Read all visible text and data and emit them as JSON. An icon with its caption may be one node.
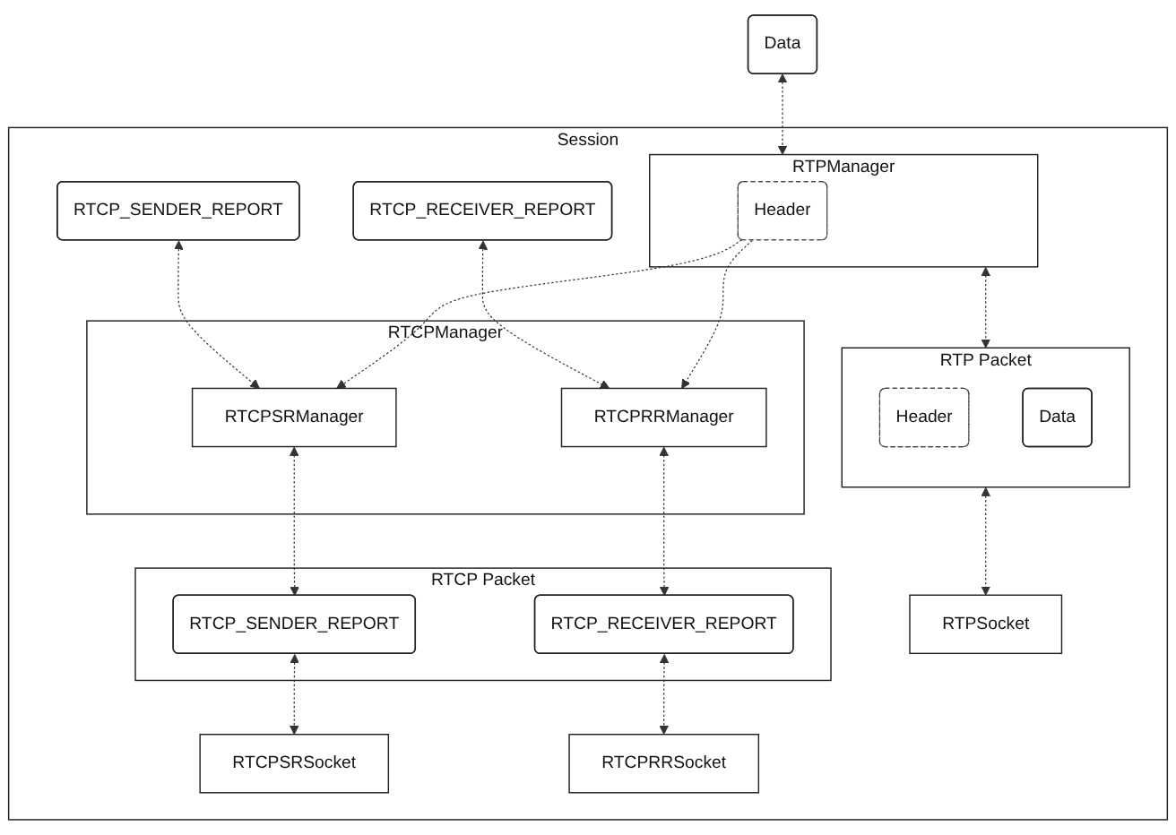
{
  "diagram": {
    "nodes": [
      {
        "text": [
          "Data"
        ]
      },
      {
        "text": [
          "Session"
        ]
      },
      {
        "text": [
          "RTPManager"
        ],
        "in": 1
      },
      {
        "text": [
          "Header"
        ],
        "in": 2
      },
      {
        "text": [
          "RTCP_SENDER_REPORT"
        ],
        "in": 1
      },
      {
        "text": [
          "RTCP_RECEIVER_REPORT"
        ],
        "in": 1
      },
      {
        "text": [
          "RTCPManager"
        ],
        "in": 1
      },
      {
        "text": [
          "RTCPSRManager"
        ],
        "in": 6
      },
      {
        "text": [
          "RTCPRRManager"
        ],
        "in": 6
      },
      {
        "text": [
          "RTP Packet"
        ],
        "in": 1
      },
      {
        "text": [
          "Header"
        ],
        "in": 9
      },
      {
        "text": [
          "Data"
        ],
        "in": 9
      },
      {
        "text": [
          "RTCP Packet"
        ],
        "in": 1
      },
      {
        "text": [
          "RTCP_SENDER_REPORT"
        ],
        "in": 12
      },
      {
        "text": [
          "RTCP_RECEIVER_REPORT"
        ],
        "in": 12
      },
      {
        "text": [
          "RTPSocket"
        ],
        "in": 1
      },
      {
        "text": [
          "RTCPSRSocket"
        ],
        "in": 1
      },
      {
        "text": [
          "RTCPRRSocket"
        ],
        "in": 1
      }
    ],
    "edges": [
      {
        "from": 0,
        "to": 2,
        "arrow": "both",
        "style": "dashed"
      },
      {
        "from": 3,
        "to": 7,
        "arrow": "to",
        "style": "dashed"
      },
      {
        "from": 3,
        "to": 8,
        "arrow": "to",
        "style": "dashed"
      },
      {
        "from": 4,
        "to": 7,
        "arrow": "both",
        "style": "dashed"
      },
      {
        "from": 5,
        "to": 8,
        "arrow": "both",
        "style": "dashed"
      },
      {
        "from": 2,
        "to": 9,
        "arrow": "both",
        "style": "dashed"
      },
      {
        "from": 7,
        "to": 13,
        "arrow": "both",
        "style": "dashed"
      },
      {
        "from": 8,
        "to": 14,
        "arrow": "both",
        "style": "dashed"
      },
      {
        "from": 9,
        "to": 15,
        "arrow": "both",
        "style": "dashed"
      },
      {
        "from": 13,
        "to": 16,
        "arrow": "both",
        "style": "dashed"
      },
      {
        "from": 14,
        "to": 17,
        "arrow": "both",
        "style": "dashed"
      }
    ]
  }
}
